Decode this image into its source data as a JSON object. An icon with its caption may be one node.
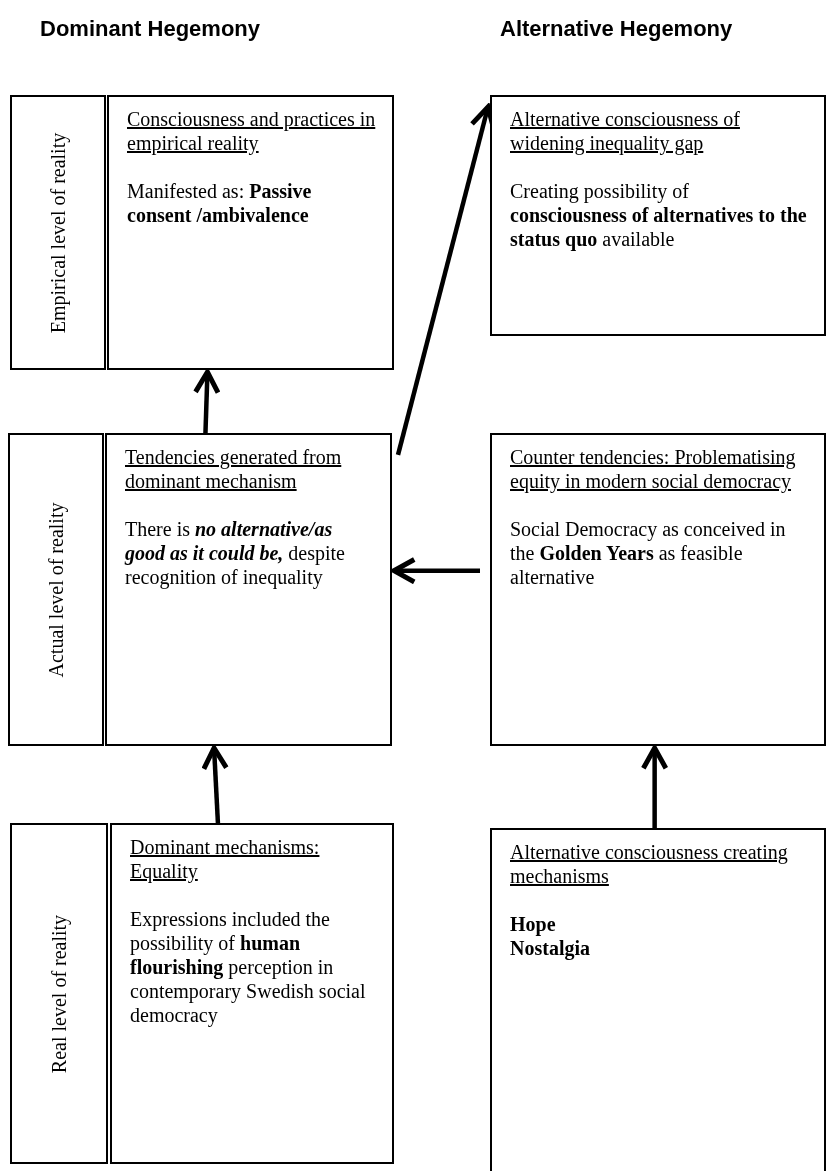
{
  "diagram": {
    "nodes": [
      {
        "text": [
          "Empirical level of reality"
        ]
      },
      {
        "text": [
          "Consciousness and practices in empirical reality",
          "Manifested as: **Passive consent /ambivalence**"
        ]
      },
      {
        "text": [
          "Alternative consciousness of widening inequality gap",
          "Creating possibility of **consciousness of alternatives to the status quo** available"
        ]
      },
      {
        "text": [
          "Actual level of reality"
        ]
      },
      {
        "text": [
          "Tendencies generated from dominant mechanism",
          "There is **no alternative/as good as it could be,** despite recognition of inequality"
        ]
      },
      {
        "text": [
          "Counter tendencies: Problematising equity in modern social democracy",
          "Social Democracy as conceived in the **Golden Years** as feasible alternative"
        ]
      },
      {
        "text": [
          "Real level of reality"
        ]
      },
      {
        "text": [
          "Dominant mechanisms: Equality",
          "Expressions included the possibility of **human flourishing** perception in contemporary Swedish social democracy"
        ]
      },
      {
        "text": [
          "Alternative consciousness creating mechanisms",
          "Hope",
          "Nostalgia"
        ]
      }
    ],
    "edges": [
      {
        "from": 4,
        "to": 1,
        "arrow": "to"
      },
      {
        "from": 4,
        "to": 2,
        "arrow": "to"
      },
      {
        "from": 5,
        "to": 4,
        "arrow": "to"
      },
      {
        "from": 7,
        "to": 4,
        "arrow": "to"
      },
      {
        "from": 8,
        "to": 5,
        "arrow": "to"
      }
    ],
    "labels": [
      "Dominant Hegemony",
      "Alternative Hegemony"
    ]
  }
}
